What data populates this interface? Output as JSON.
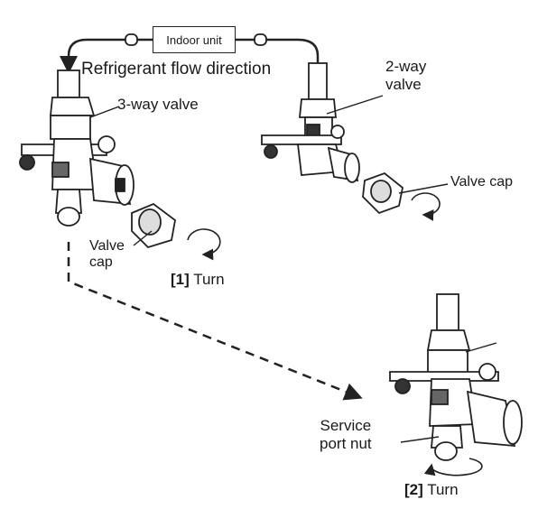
{
  "indoor_unit": "Indoor unit",
  "flow_direction": "Refrigerant flow direction",
  "three_way_valve": "3-way valve",
  "two_way_valve": {
    "line1": "2-way",
    "line2": "valve"
  },
  "valve_cap_left": {
    "line1": "Valve",
    "line2": "cap"
  },
  "valve_cap_right": "Valve cap",
  "step1": {
    "num": "[1]",
    "text": "Turn"
  },
  "service_port_nut": {
    "line1": "Service",
    "line2": "port nut"
  },
  "step2": {
    "num": "[2]",
    "text": "Turn"
  }
}
